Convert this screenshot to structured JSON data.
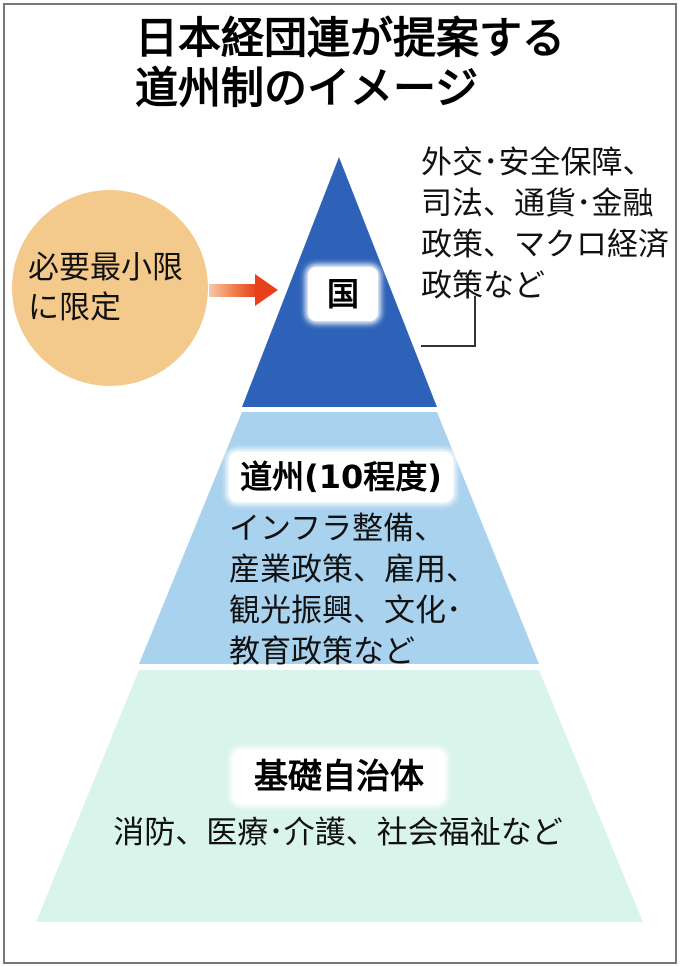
{
  "title": {
    "line1": "日本経団連が提案する",
    "line2": "道州制のイメージ"
  },
  "side_note": {
    "line1": "必要最小限",
    "line2": "に限定"
  },
  "tiers": [
    {
      "label": "国",
      "description": [
        "外交･安全保障、",
        "司法、通貨･金融",
        "政策、マクロ経済",
        "政策など"
      ]
    },
    {
      "label": "道州(10程度)",
      "description": [
        "インフラ整備、",
        "産業政策、雇用、",
        "観光振興、文化･",
        "教育政策など"
      ]
    },
    {
      "label": "基礎自治体",
      "description": [
        "消防、医療･介護、社会福祉など"
      ]
    }
  ],
  "colors": {
    "tier_top": "#2d62b8",
    "tier_middle": "#a9d2ee",
    "tier_bottom": "#d9f4ea",
    "side_circle": "#f3c98c",
    "arrow": "#ee4a1c"
  }
}
